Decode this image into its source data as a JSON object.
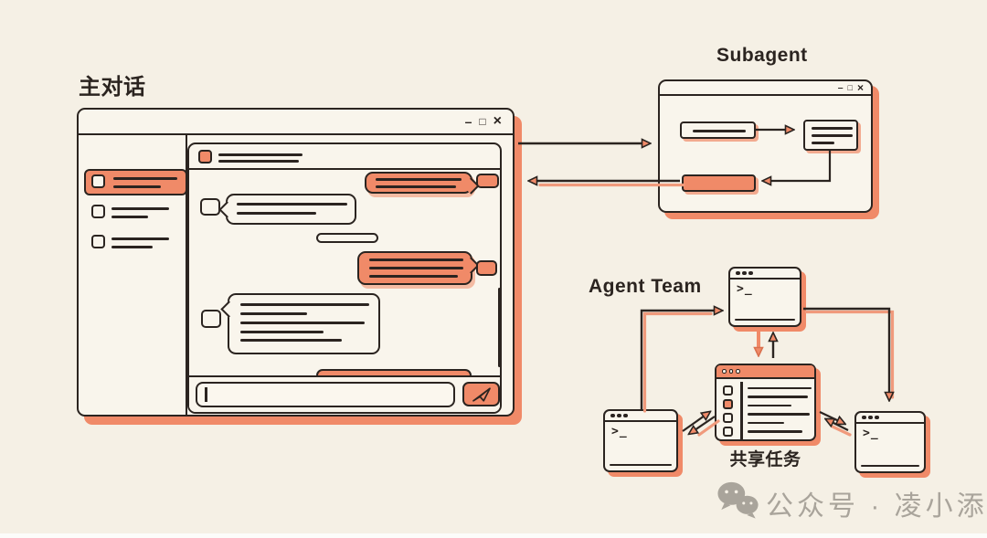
{
  "colors": {
    "background": "#f5f0e5",
    "surface": "#f9f5ec",
    "ink": "#2b2420",
    "accent_salmon": "#f08a68",
    "watermark_grey": "#a9a49b"
  },
  "main_chat": {
    "label": "主对话",
    "controls": {
      "minimize": "–",
      "maximize": "□",
      "close": "×"
    }
  },
  "subagent": {
    "label": "Subagent",
    "controls": {
      "minimize": "–",
      "maximize": "□",
      "close": "×"
    }
  },
  "agent_team": {
    "label": "Agent Team",
    "shared_task_label": "共享任务",
    "terminal_prompt": ">_"
  },
  "composer": {
    "value": "",
    "send_icon": "paper-plane-icon"
  },
  "watermark": {
    "icon": "wechat-icon",
    "text": "公众号 · 凌小添"
  }
}
